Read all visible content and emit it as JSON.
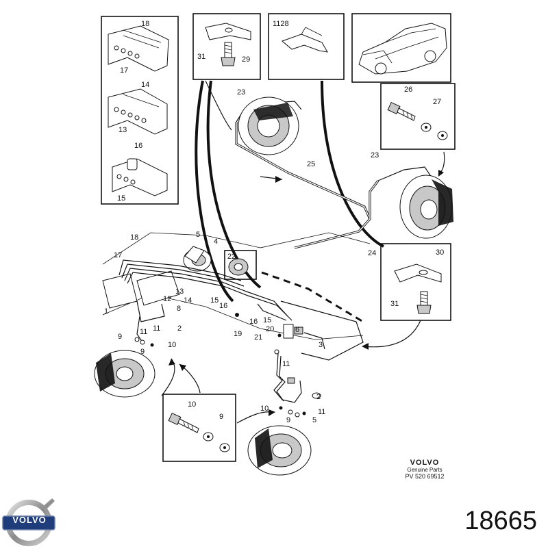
{
  "diagram": {
    "id_number": "18665",
    "brand_name": "VOLVO",
    "genuine_parts": "Genuine Parts",
    "part_code": "PV 520 69512",
    "logo_word": "VOLVO"
  },
  "callouts": {
    "c18a": "18",
    "c17a": "17",
    "c14a": "14",
    "c13a": "13",
    "c16a": "16",
    "c15a": "15",
    "c31a": "31",
    "c29": "29",
    "c1128": "1128",
    "c23a": "23",
    "c25": "25",
    "c26": "26",
    "c27": "27",
    "c23b": "23",
    "c24": "24",
    "c18b": "18",
    "c17b": "17",
    "c5": "5",
    "c4": "4",
    "c22": "22",
    "c1a": "1",
    "c12": "12",
    "c13b": "13",
    "c14b": "14",
    "c15b": "15",
    "c16b": "16",
    "c8": "8",
    "c11a": "11",
    "c11b": "11",
    "c2a": "2",
    "c9a": "9",
    "c9b": "9",
    "c10a": "10",
    "c19": "19",
    "c16c": "16",
    "c15c": "15",
    "c20": "20",
    "c21": "21",
    "c6": "6",
    "c3": "3",
    "c11c": "11",
    "c2b": "2",
    "c10b": "10",
    "c9c": "9",
    "c11d": "11",
    "c5b": "5",
    "c30": "30",
    "c31b": "31",
    "c10c": "10",
    "c9d": "9"
  }
}
